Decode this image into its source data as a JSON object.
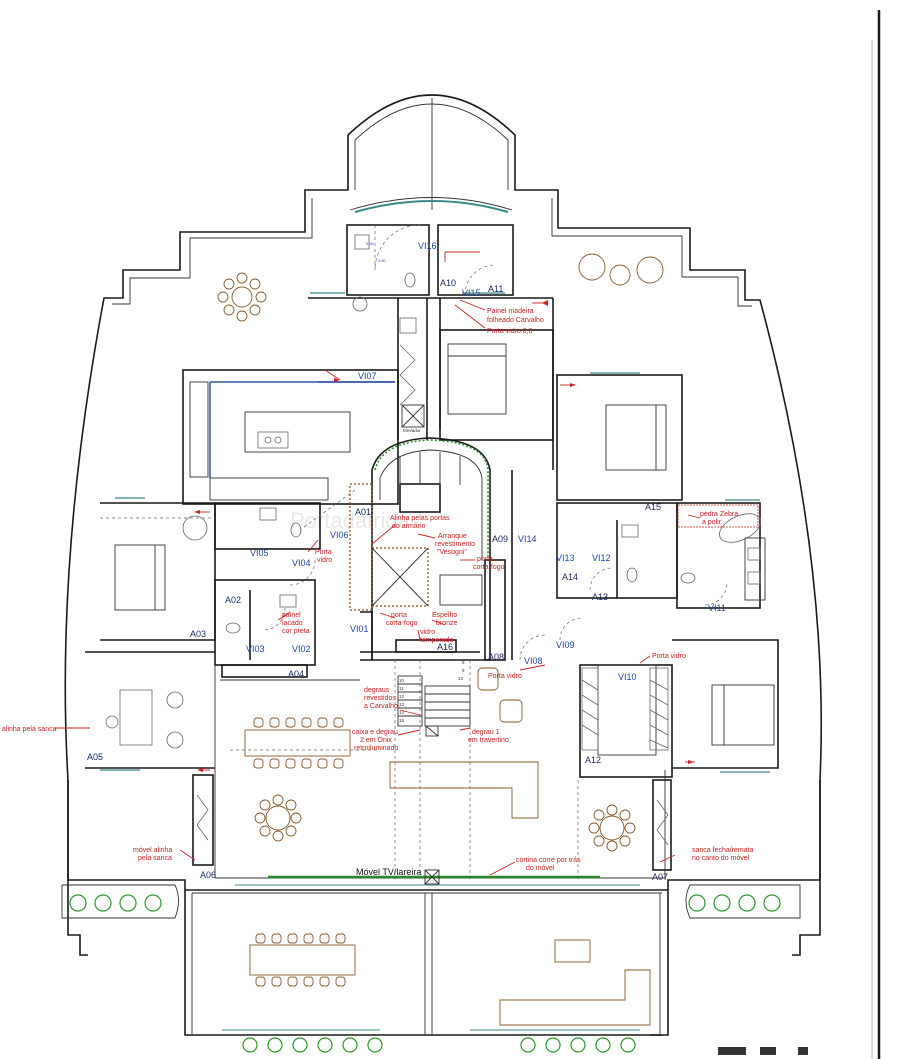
{
  "labels": {
    "A01": "A01",
    "A02": "A02",
    "A03": "A03",
    "A04": "A04",
    "A05": "A05",
    "A06": "A06",
    "A07": "A07",
    "A08": "A08",
    "A09": "A09",
    "A10": "A10",
    "A11": "A11",
    "A12": "A12",
    "A13": "A13",
    "A14": "A14",
    "A15": "A15",
    "A16": "A16",
    "VI01": "VI01",
    "VI02": "VI02",
    "VI03": "VI03",
    "VI04": "VI04",
    "VI05": "VI05",
    "VI06": "VI06",
    "VI07": "VI07",
    "VI08": "VI08",
    "VI09": "VI09",
    "VI10": "VI10",
    "VI11": "VI11",
    "VI12": "VI12",
    "VI13": "VI13",
    "VI14": "VI14",
    "VI15": "VI15",
    "VI16": "VI16"
  },
  "notes": {
    "painel_madeira_1": "Painel madeira",
    "painel_madeira_2": "folheado Carvalho",
    "porta_vidro_08": "Porta vidro 0,8",
    "alinha_portas_1": "Alinha pelas portas",
    "alinha_portas_2": "do armário",
    "arranque_1": "Arranque",
    "arranque_2": "revestimento",
    "arranque_3": "\"Vesogni\"",
    "porta_vidro_1": "Porta",
    "porta_vidro_2": "vidro",
    "porta_cortafogo_r1": "porta",
    "porta_cortafogo_r2": "corta-fogo",
    "porta_cortafogo_l1": "porta",
    "porta_cortafogo_l2": "corta-fogo",
    "espelho_1": "Espelho",
    "espelho_2": "bronze",
    "vidro_temp_1": "vidro",
    "vidro_temp_2": "temperado",
    "painel_lacado_1": "painel",
    "painel_lacado_2": "lacado",
    "painel_lacado_3": "cor preta",
    "pedra_zebra_1": "pedra Zebra",
    "pedra_zebra_2": "a polir",
    "porta_vidro_right": "Porta vidro",
    "porta_vidro_center": "Porta vidro",
    "degraus_1": "degraus",
    "degraus_2": "revestidos",
    "degraus_3": "a Carvalho",
    "caixa_1": "caixa e degrau",
    "caixa_2": "2 em Onix",
    "caixa_3": "retroiluminado",
    "degrau1_1": "degrau 1",
    "degrau1_2": "em travertino",
    "alinha_sanca": "alinha pela sanca",
    "movel_alinha_1": "móvel alinha",
    "movel_alinha_2": "pela sanca",
    "cortina_1": "cortina corre por trás",
    "cortina_2": "do móvel",
    "sanca_1": "sanca fecha/remata",
    "sanca_2": "no canto do móvel",
    "movel_tv": "Móvel TV/lareira",
    "elevador": "Elevador",
    "dim_090": "0,90",
    "dim_080": "0,80",
    "stair_steps": [
      "10",
      "11",
      "12",
      "13",
      "14",
      "15"
    ],
    "stair_right": [
      "13",
      "9",
      "8"
    ]
  },
  "watermark": "Portadafrida"
}
